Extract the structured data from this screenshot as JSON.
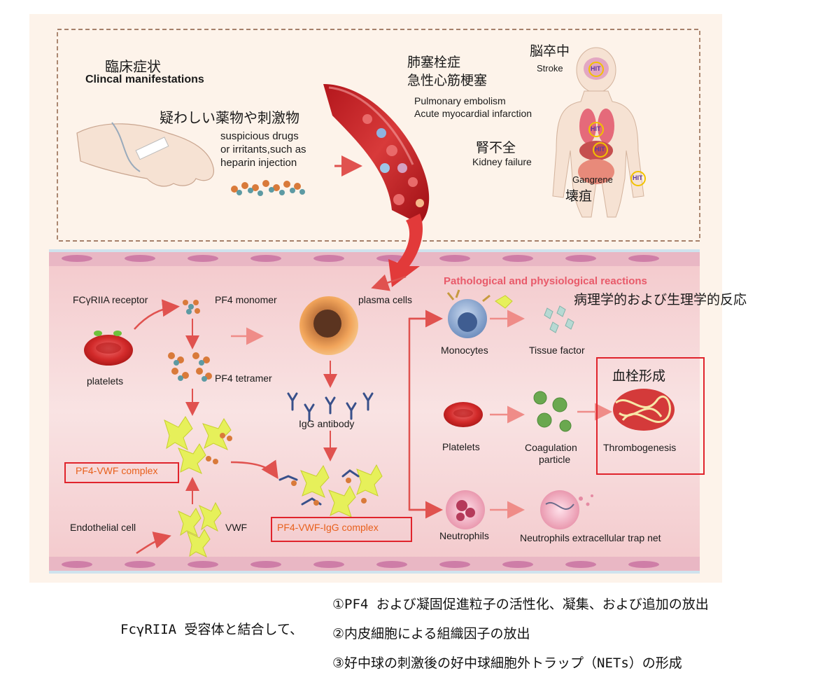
{
  "clinical": {
    "title_jp": "臨床症状",
    "title_en": "Clincal manifestations",
    "drugs_jp": "疑わしい薬物や刺激物",
    "drugs_en_1": "suspicious drugs",
    "drugs_en_2": "or irritants,such as",
    "drugs_en_3": "heparin injection",
    "pe_jp_1": "肺塞栓症",
    "pe_jp_2": "急性心筋梗塞",
    "pe_en_1": "Pulmonary embolism",
    "pe_en_2": "Acute myocardial infarction",
    "kidney_jp": "腎不全",
    "kidney_en": "Kidney failure",
    "stroke_jp": "脳卒中",
    "stroke_en": "Stroke",
    "gangrene_en": "Gangrene",
    "gangrene_jp": "壊疽",
    "hit_label": "HIT"
  },
  "pathway": {
    "fcgr": "FCγRIIA receptor",
    "platelets": "platelets",
    "pf4_monomer": "PF4 monomer",
    "pf4_tetramer": "PF4 tetramer",
    "plasma_cells": "plasma cells",
    "igg_antibody": "IgG antibody",
    "pf4_vwf_complex": "PF4-VWF complex",
    "endothelial_cell": "Endothelial cell",
    "vwf": "VWF",
    "pf4_vwf_igg_complex": "PF4-VWF-IgG complex"
  },
  "reactions": {
    "title_en": "Pathological and physiological reactions",
    "title_jp": "病理学的および生理学的反応",
    "monocytes": "Monocytes",
    "tissue_factor": "Tissue factor",
    "platelets": "Platelets",
    "coagulation_1": "Coagulation",
    "coagulation_2": "particle",
    "thrombo_jp": "血栓形成",
    "thrombogenesis": "Thrombogenesis",
    "neutrophils": "Neutrophils",
    "nets": "Neutrophils extracellular trap net"
  },
  "caption": {
    "lead": "FcγRIIA 受容体と結合して、",
    "item1": "①PF4 および凝固促進粒子の活性化、凝集、および追加の放出",
    "item2": "②内皮細胞による組織因子の放出",
    "item3": "③好中球の刺激後の好中球細胞外トラップ（NETs）の形成"
  },
  "colors": {
    "panel_bg": "#fdf3ea",
    "vessel_bg": "#f6d7d9",
    "accent_red": "#e0242c",
    "orange_label": "#e8601c",
    "reaction_title": "#e85a6a"
  }
}
